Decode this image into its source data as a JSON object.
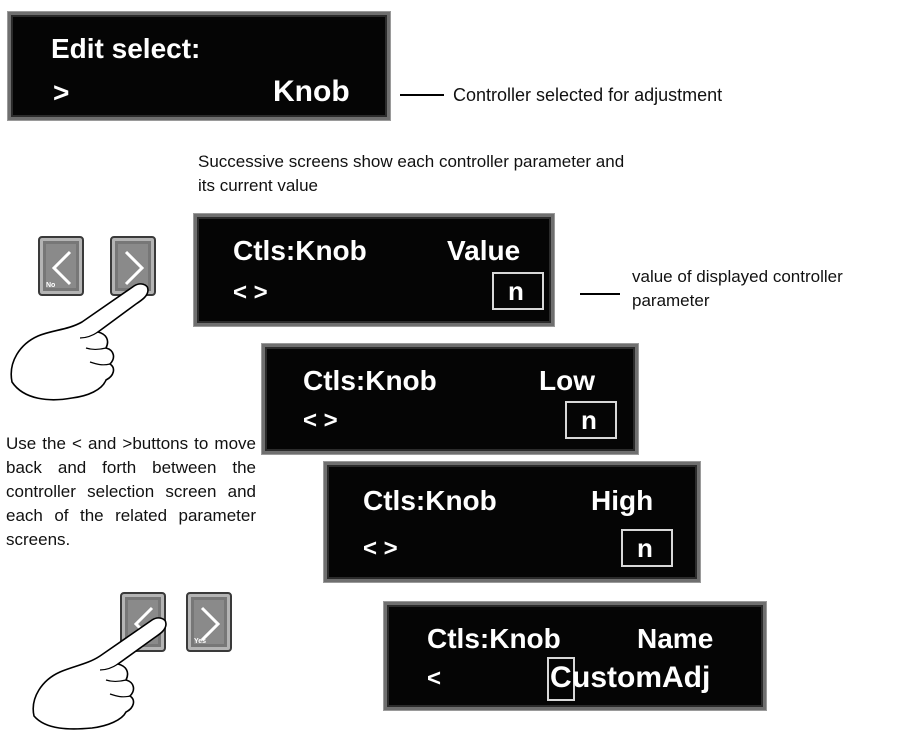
{
  "screen_select": {
    "line1": "Edit select:",
    "line2_left": ">",
    "line2_right": "Knob"
  },
  "callout_selected": "Controller selected for adjustment",
  "caption_successive": "Successive screens show each controller parameter and its current value",
  "screen_value": {
    "left": "Ctls:Knob",
    "right": "Value",
    "arrows": "< >",
    "val": "n"
  },
  "callout_value": "value of displayed controller parameter",
  "screen_low": {
    "left": "Ctls:Knob",
    "right": "Low",
    "arrows": "< >",
    "val": "n"
  },
  "screen_high": {
    "left": "Ctls:Knob",
    "right": "High",
    "arrows": "< >",
    "val": "n"
  },
  "screen_name": {
    "left": "Ctls:Knob",
    "right": "Name",
    "arrows": "<",
    "cursor_char": "C",
    "rest": "ustomAdj"
  },
  "instruction": "Use the < and >buttons to move back and forth between the controller selection screen and each of the related parameter screens.",
  "buttons": {
    "no_label": "No",
    "yes_label": "Yes"
  },
  "icons": [
    "left-arrow-key-icon",
    "right-arrow-key-icon",
    "pointing-hand-icon"
  ]
}
